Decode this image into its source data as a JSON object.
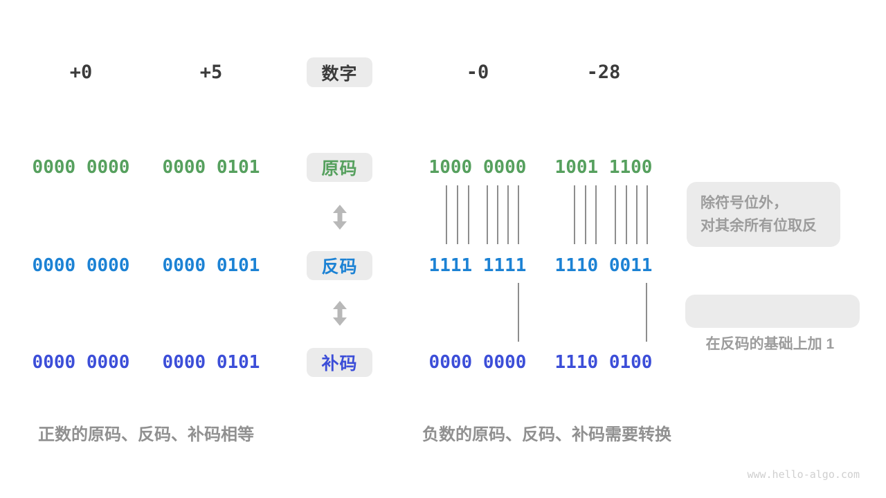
{
  "header": {
    "col_plus0": "+0",
    "col_plus5": "+5",
    "digit_label": "数字",
    "col_minus0": "-0",
    "col_minus28": "-28"
  },
  "rows": {
    "sign": {
      "label": "原码",
      "v1": "0000 0000",
      "v2": "0000 0101",
      "v3": "1000 0000",
      "v4": "1001 1100"
    },
    "ones": {
      "label": "反码",
      "v1": "0000 0000",
      "v2": "0000 0101",
      "v3": "1111 1111",
      "v4": "1110 0011"
    },
    "twos": {
      "label": "补码",
      "v1": "0000 0000",
      "v2": "0000 0101",
      "v3": "0000 0000",
      "v4": "1110 0100"
    }
  },
  "annotations": {
    "flip_line1": "除符号位外，",
    "flip_line2": "对其余所有位取反",
    "add_one": "在反码的基础上加 1"
  },
  "captions": {
    "positive": "正数的原码、反码、补码相等",
    "negative": "负数的原码、反码、补码需要转换"
  },
  "watermark": "www.hello-algo.com",
  "colors": {
    "sign_green": "#56a05e",
    "ones_blue": "#1c82d4",
    "twos_indigo": "#3c4ed8",
    "heading_dark": "#3b3b3b",
    "caption_gray": "#909090",
    "annotation_gray": "#9c9c9c",
    "box_background": "#ebebeb",
    "connector_line_gray": "#8d8d8d",
    "arrow_gray": "#b8b8b8",
    "watermark_gray": "#cfcfcf"
  }
}
